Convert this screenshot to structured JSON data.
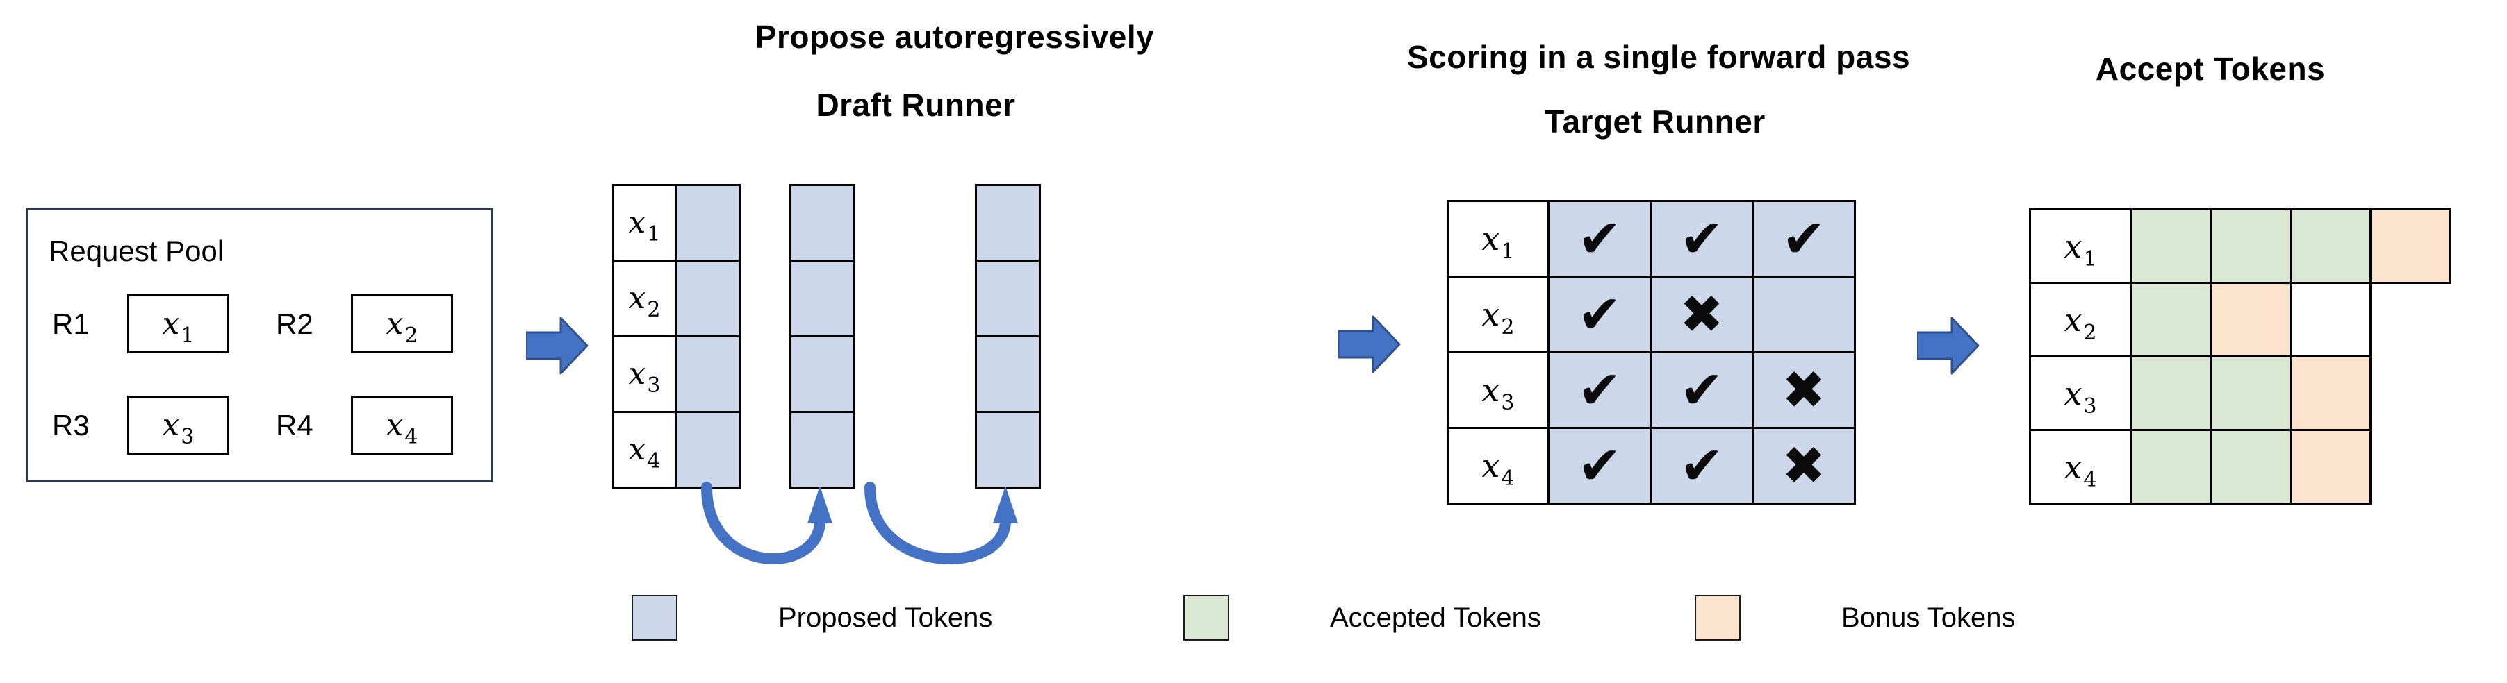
{
  "titles": {
    "propose": "Propose autoregressively",
    "draft_runner": "Draft Runner",
    "scoring": "Scoring in a single forward pass",
    "target_runner": "Target Runner",
    "accept": "Accept Tokens"
  },
  "request_pool": {
    "title": "Request Pool",
    "requests": [
      {
        "id": "R1",
        "base": "x",
        "sub": "1"
      },
      {
        "id": "R2",
        "base": "x",
        "sub": "2"
      },
      {
        "id": "R3",
        "base": "x",
        "sub": "3"
      },
      {
        "id": "R4",
        "base": "x",
        "sub": "4"
      }
    ]
  },
  "row_labels": [
    {
      "base": "x",
      "sub": "1"
    },
    {
      "base": "x",
      "sub": "2"
    },
    {
      "base": "x",
      "sub": "3"
    },
    {
      "base": "x",
      "sub": "4"
    }
  ],
  "target": {
    "marks": [
      [
        "✔",
        "✔",
        "✔"
      ],
      [
        "✔",
        "✖",
        ""
      ],
      [
        "✔",
        "✔",
        "✖"
      ],
      [
        "✔",
        "✔",
        "✖"
      ]
    ]
  },
  "accept": {
    "rows": [
      {
        "cells": [
          "accepted",
          "accepted",
          "accepted"
        ],
        "bonus": "bonus"
      },
      {
        "cells": [
          "accepted",
          "bonus",
          "empty"
        ]
      },
      {
        "cells": [
          "accepted",
          "accepted",
          "bonus"
        ]
      },
      {
        "cells": [
          "accepted",
          "accepted",
          "bonus"
        ]
      }
    ]
  },
  "legend": [
    {
      "label": "Proposed Tokens",
      "type": "proposed"
    },
    {
      "label": "Accepted Tokens",
      "type": "accepted"
    },
    {
      "label": "Bonus Tokens",
      "type": "bonus"
    }
  ],
  "colors": {
    "proposed": "#cdd7ea",
    "accepted": "#d9e7d3",
    "bonus": "#fbe3cd",
    "arrow": "#4472c4",
    "border": "#000000"
  }
}
